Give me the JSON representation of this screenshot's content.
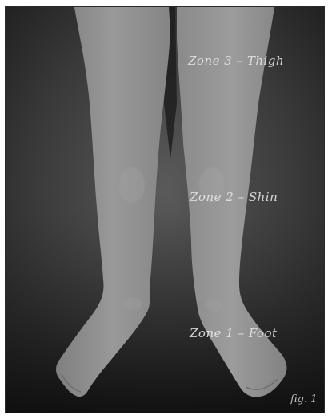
{
  "zones": {
    "thigh": "Zone 3 – Thigh",
    "shin": "Zone 2 – Shin",
    "foot": "Zone 1 – Foot"
  },
  "figure_label": "fig. 1",
  "colors": {
    "skin": "#8f8f8f",
    "background_dark": "#1b1b1b",
    "background_mid": "#4a4a4a",
    "label_text": "#e6e6e6"
  }
}
